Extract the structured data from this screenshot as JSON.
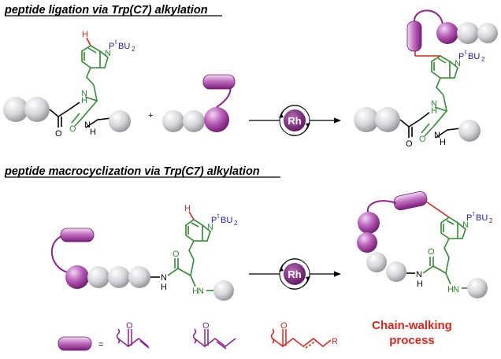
{
  "headers": {
    "ligation": "peptide ligation via Trp(C7) alkylation",
    "macrocyclization": "peptide macrocyclization via Trp(C7) alkylation"
  },
  "labels": {
    "h": "H",
    "n": "N",
    "nh": "H",
    "o": "O",
    "phosphine_p": "P",
    "phosphine_t": "t",
    "phosphine_bu": "BU",
    "phosphine_2": "2",
    "plus": "+",
    "equals": "=",
    "r": "R"
  },
  "catalyst": "Rh",
  "chain_walking": [
    "Chain-walking",
    "process"
  ],
  "colors": {
    "trp_green": "#2e8b2e",
    "purple": "#8e1f8e",
    "red": "#e2231a",
    "blue": "#1c1cb4",
    "grey_bead": "#c8c8cc"
  }
}
